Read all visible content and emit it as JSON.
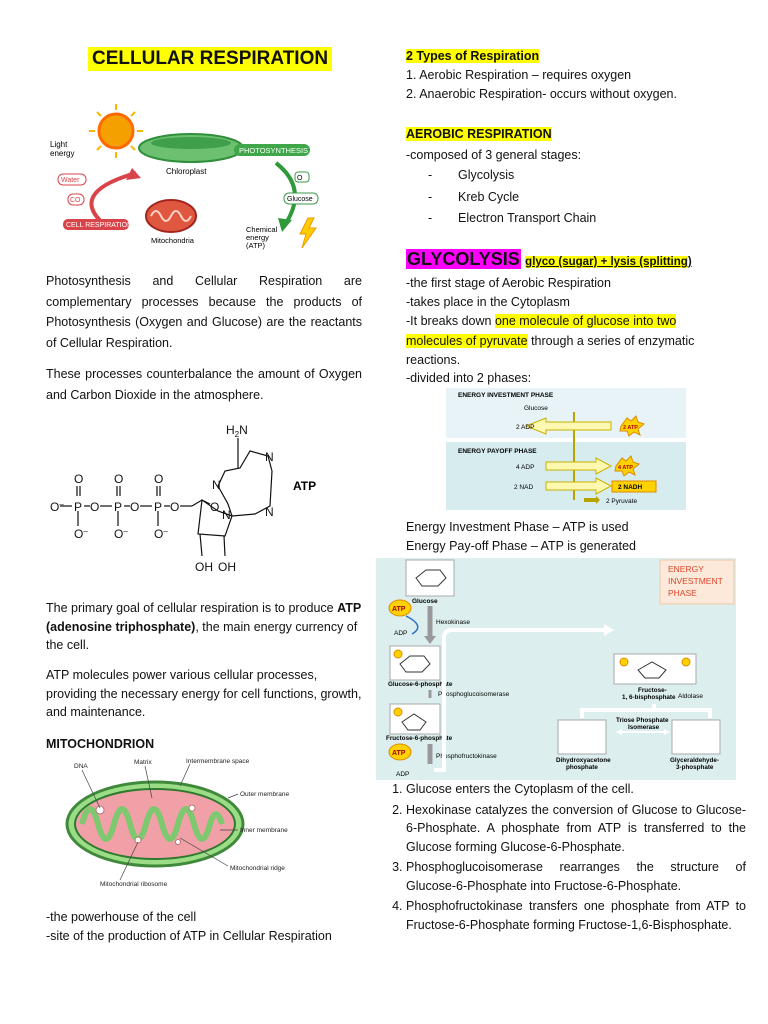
{
  "left": {
    "title": "CELLULAR RESPIRATION",
    "fig1": {
      "light_energy": "Light\nenergy",
      "photosynthesis": "PHOTOSYNTHESIS",
      "chloroplast": "Chloroplast",
      "water": "Water",
      "co2": "CO",
      "o2": "O",
      "glucose": "Glucose",
      "cell_respiration": "CELL RESPIRATION",
      "mitochondria": "Mitochondria",
      "chemical_energy": "Chemical\nenergy\n(ATP)"
    },
    "para1": "Photosynthesis and Cellular Respiration are complementary processes because the products of Photosynthesis (Oxygen and Glucose) are the reactants of Cellular Respiration.",
    "para2": "These processes counterbalance the amount of Oxygen and Carbon Dioxide in the atmosphere.",
    "atp_label": "ATP",
    "atp_struct": {
      "h2n": "H",
      "n2": "2",
      "n": "N",
      "o": "O",
      "p": "P",
      "oh1": "OH",
      "oh2": "OH"
    },
    "para3_pre": "The primary goal of cellular respiration is to produce ",
    "para3_bold": "ATP (adenosine triphosphate)",
    "para3_post": ", the main energy currency of the cell.",
    "para4": "ATP molecules power various cellular processes, providing the necessary energy for cell functions, growth, and maintenance.",
    "mito_heading": "MITOCHONDRION",
    "mito_fig": {
      "dna": "DNA",
      "matrix": "Matrix",
      "intermembrane_space": "Intermembrane space",
      "outer_membrane": "Outer membrane",
      "inner_membrane": "Inner membrane",
      "ridge": "Mitochondrial ridge",
      "ribosome": "Mitochondrial ribosome"
    },
    "mito_line1": "-the powerhouse of the cell",
    "mito_line2": "-site of the production of ATP in Cellular Respiration"
  },
  "right": {
    "types_heading": "2 Types of Respiration",
    "types": [
      "1. Aerobic Respiration – requires oxygen",
      "2. Anaerobic Respiration- occurs without oxygen."
    ],
    "aerobic_heading": "AEROBIC RESPIRATION",
    "aerobic_intro": "-composed of 3 general stages:",
    "stages": [
      "Glycolysis",
      "Kreb Cycle",
      "Electron Transport Chain"
    ],
    "glycolysis_heading": "GLYCOLYSIS",
    "glycolysis_sub": "glyco (sugar) + lysis (splitting",
    "glycolysis_sub_end": ")",
    "g_line1": "-the first stage of Aerobic Respiration",
    "g_line2": "-takes place in the Cytoplasm",
    "g_line3_pre": "-It breaks down ",
    "g_line3_hl1": "one molecule of glucose into two",
    "g_line3_hl2": "molecules of pyruvate",
    "g_line3_post": " through a series of enzymatic",
    "g_line3_end": "reactions.",
    "g_line4": "-divided into 2 phases:",
    "phase_fig": {
      "investment": "ENERGY INVESTMENT PHASE",
      "glucose": "Glucose",
      "adp2": "2 ADP",
      "atp2": "2 ATP",
      "payoff": "ENERGY PAYOFF PHASE",
      "adp4": "4 ADP",
      "atp4": "4 ATP",
      "nad2": "2 NAD",
      "nadh2": "2 NADH",
      "pyruvate": "2 Pyruvate"
    },
    "inv_phase": "Energy Investment Phase – ATP is used",
    "pay_phase": "Energy Pay-off Phase – ATP is generated",
    "pathway_fig": {
      "note": "ENERGY\nINVESTMENT\nPHASE",
      "glucose": "Glucose",
      "g6p": "Glucose-6-phosphate",
      "f6p": "Fructose-6-phosphate",
      "f16bp": "Fructose-\n1, 6-bisphosphate",
      "hexokinase": "Hexokinase",
      "pgi": "Phosphoglucoisomerase",
      "pfk": "Phosphofructokinase",
      "aldolase": "Aldolase",
      "tpi": "Triose Phosphate\nIsomerase",
      "dhap": "Dihydroxyacetone\nphosphate",
      "g3p": "Glyceraldehyde-\n3-phosphate",
      "atp": "ATP",
      "adp": "ADP"
    },
    "steps": [
      "Glucose enters the Cytoplasm of the cell.",
      "Hexokinase catalyzes the conversion of Glucose to Glucose-6-Phosphate. A phosphate from ATP is transferred to the Glucose forming Glucose-6-Phosphate.",
      "Phosphoglucoisomerase rearranges the structure of Glucose-6-Phosphate into Fructose-6-Phosphate.",
      "Phosphofructokinase transfers one phosphate from ATP to Fructose-6-Phosphate forming Fructose-1,6-Bisphosphate."
    ]
  }
}
